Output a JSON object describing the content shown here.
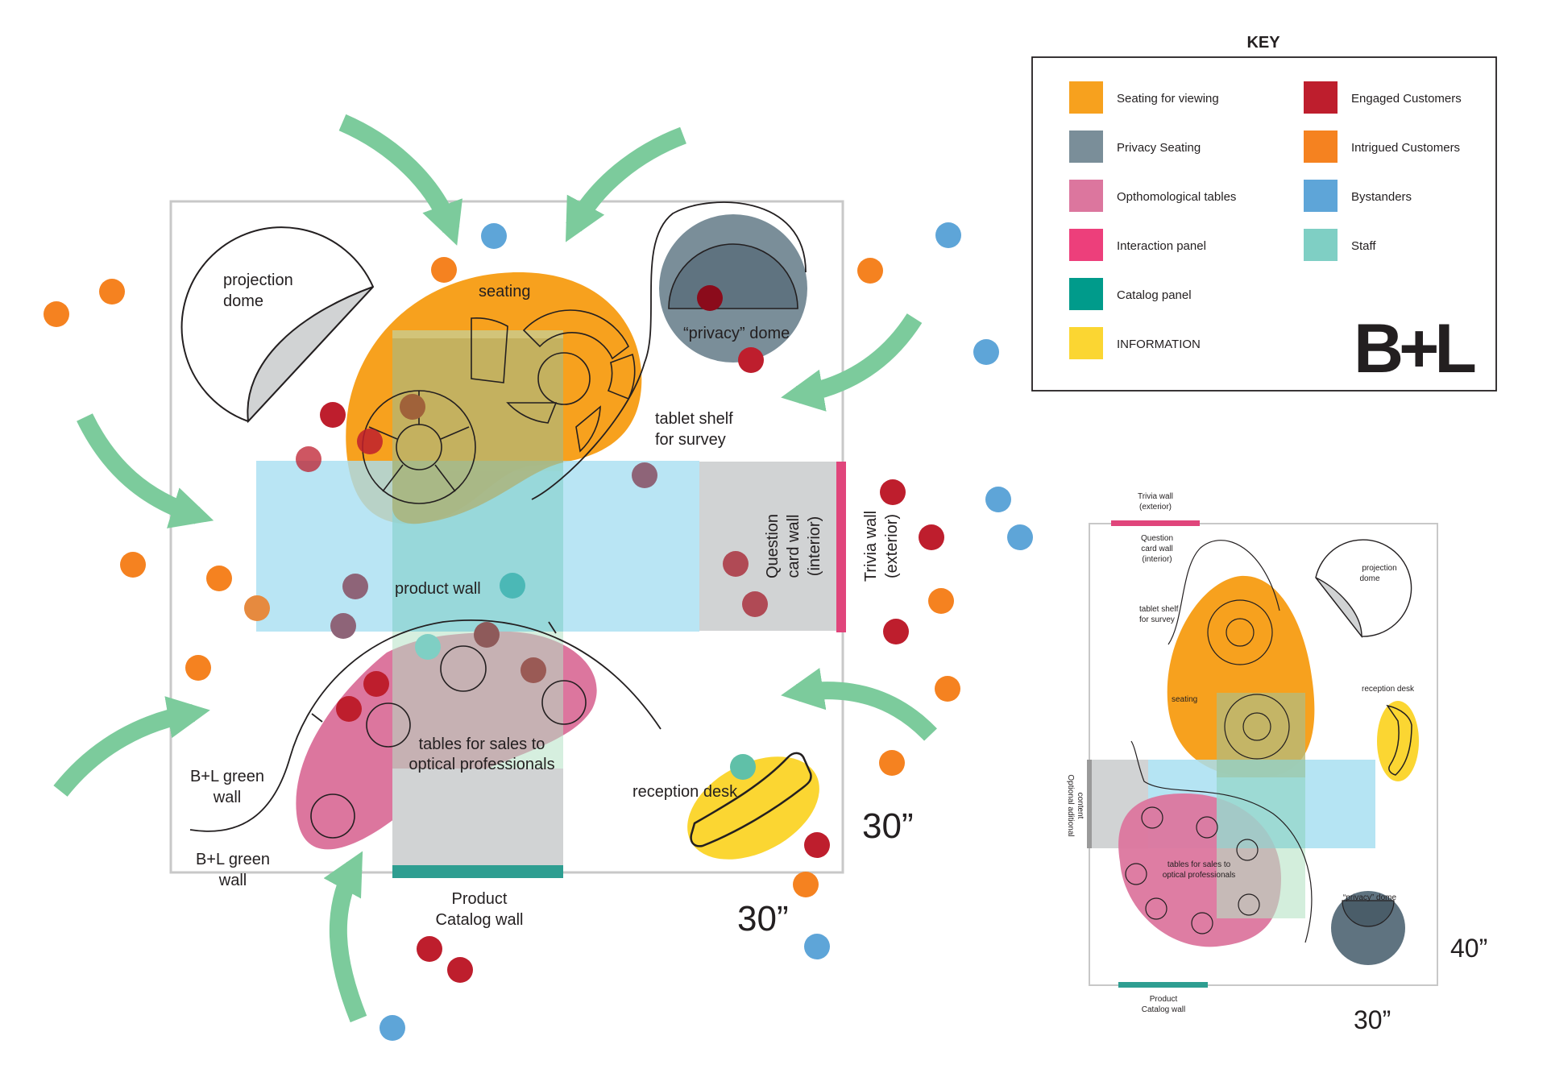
{
  "key": {
    "title": "KEY",
    "items": [
      {
        "label": "Seating for viewing",
        "color": "#f7a11e"
      },
      {
        "label": "Privacy Seating",
        "color": "#7a8e99"
      },
      {
        "label": "Opthomological tables",
        "color": "#dc769e"
      },
      {
        "label": "Interaction panel",
        "color": "#ed3f7b"
      },
      {
        "label": "Catalog panel",
        "color": "#009b8b"
      },
      {
        "label": "INFORMATION",
        "color": "#fbd632"
      },
      {
        "label": "Engaged Customers",
        "color": "#be1e2d"
      },
      {
        "label": "Intrigued Customers",
        "color": "#f58220"
      },
      {
        "label": "Bystanders",
        "color": "#5ea5d8"
      },
      {
        "label": "Staff",
        "color": "#7fcfc4"
      }
    ],
    "logo_text": "B+L"
  },
  "main_plan": {
    "projection_dome_line1": "projection",
    "projection_dome_line2": "dome",
    "seating": "seating",
    "privacy_dome": "“privacy” dome",
    "tablet_shelf_line1": "tablet shelf",
    "tablet_shelf_line2": "for survey",
    "question_wall_line1": "Question",
    "question_wall_line2": "card wall",
    "question_wall_line3": "(interior)",
    "trivia_wall_line1": "Trivia wall",
    "trivia_wall_line2": "(exterior)",
    "product_wall": "product wall",
    "tables_line1": "tables for sales to",
    "tables_line2": "optical professionals",
    "green_wall_1_line1": "B+L green",
    "green_wall_1_line2": "wall",
    "green_wall_2_line1": "B+L green",
    "green_wall_2_line2": "wall",
    "reception_desk": "reception desk",
    "catalog_wall_line1": "Product",
    "catalog_wall_line2": "Catalog wall",
    "dim_right": "30”",
    "dim_bottom": "30”"
  },
  "alt_plan": {
    "trivia_line1": "Trivia wall",
    "trivia_line2": "(exterior)",
    "question_line1": "Question",
    "question_line2": "card wall",
    "question_line3": "(interior)",
    "projection_line1": "projection",
    "projection_line2": "dome",
    "tablet_line1": "tablet shelf",
    "tablet_line2": "for survey",
    "seating": "seating",
    "reception": "reception desk",
    "optional_line1": "Optional aditional",
    "optional_line2": "content",
    "tables_line1": "tables for sales to",
    "tables_line2": "optical professionals",
    "privacy": "“privacy” dome",
    "catalog_line1": "Product",
    "catalog_line2": "Catalog wall",
    "dim_right": "40”",
    "dim_bottom": "30”"
  }
}
